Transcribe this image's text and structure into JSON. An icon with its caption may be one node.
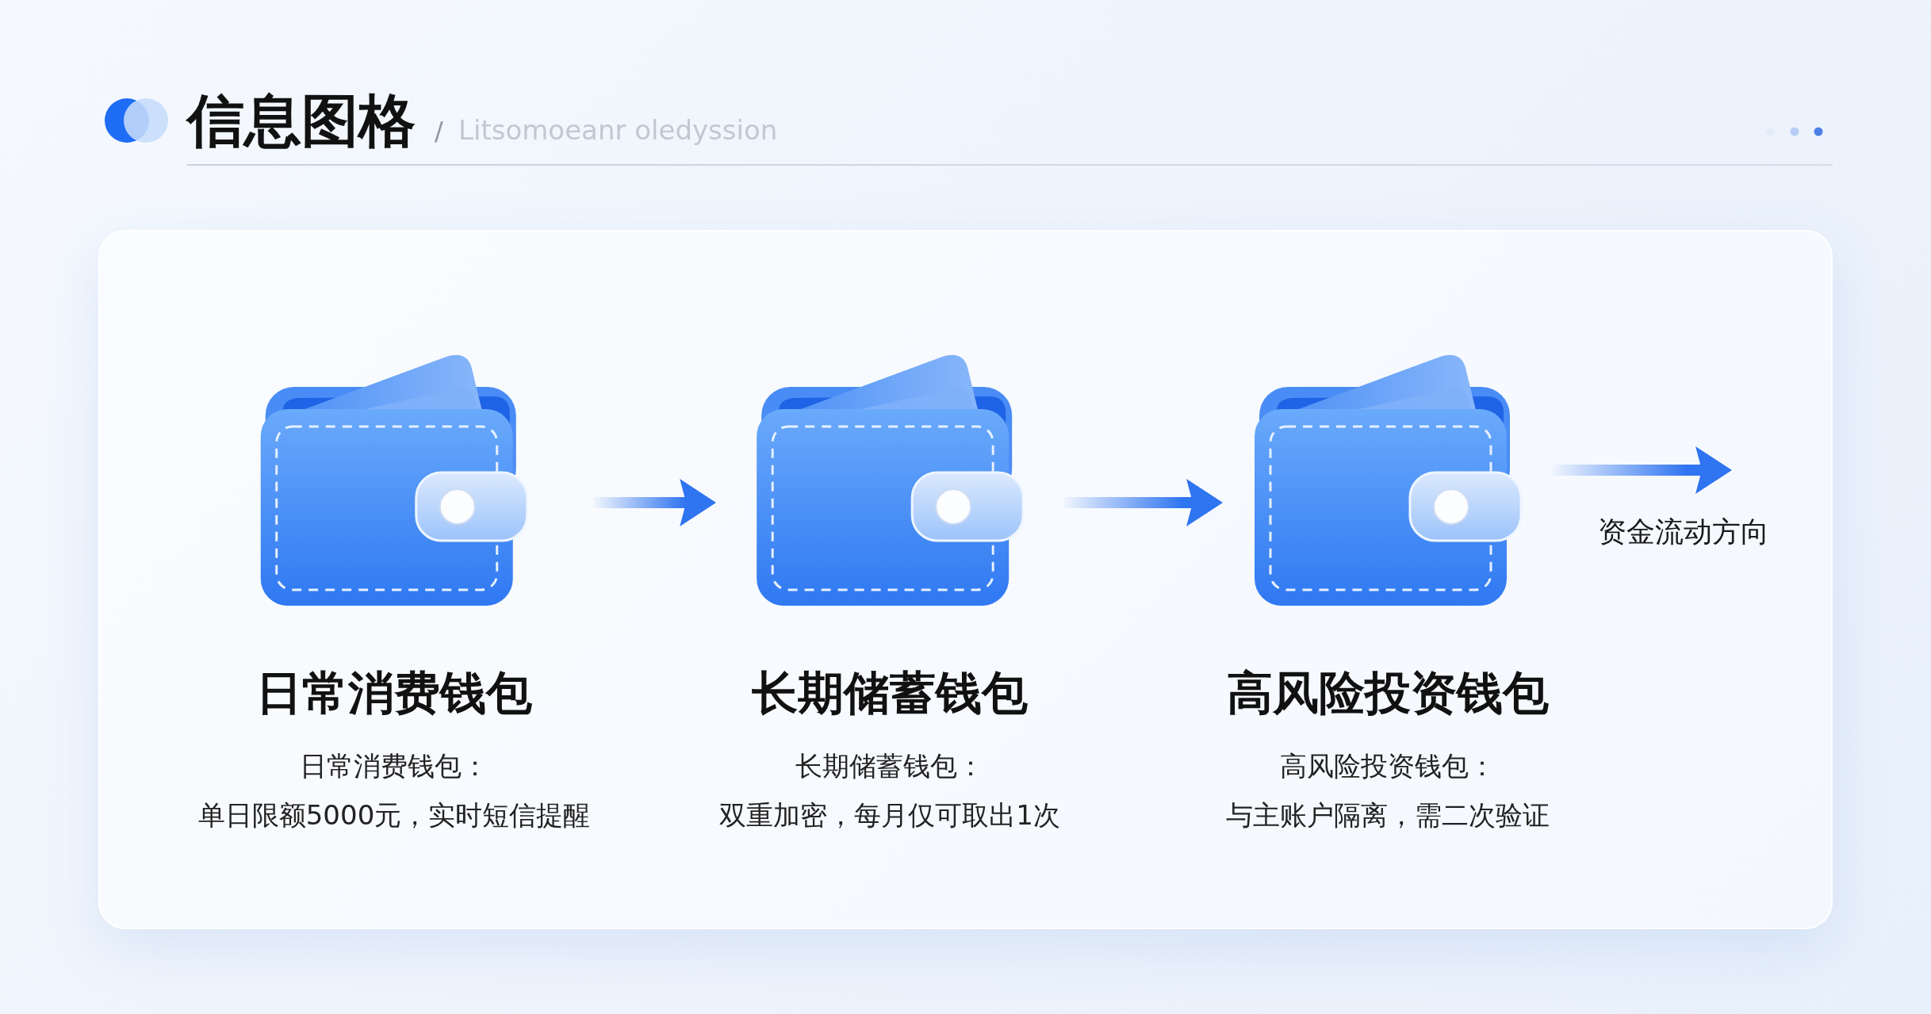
{
  "diagram": {
    "title": "信息图格",
    "nodes": [
      {
        "text": [
          "日常消费钱包",
          "日常消费钱包：",
          "单日限额5000元，实时短信提醒"
        ]
      },
      {
        "text": [
          "长期储蓄钱包",
          "长期储蓄钱包：",
          "双重加密，每月仅可取出1次"
        ]
      },
      {
        "text": [
          "高风险投资钱包",
          "高风险投资钱包：",
          "与主账户隔离，需二次验证"
        ]
      }
    ],
    "edges": [
      {
        "from": 0,
        "to": 1,
        "arrow": "to"
      },
      {
        "from": 1,
        "to": 2,
        "arrow": "to"
      },
      {
        "from": 2,
        "to": null,
        "arrow": "to",
        "label": "资金流动方向"
      }
    ],
    "labels": [
      "/",
      "Litsomoeanr oledyssion"
    ]
  }
}
